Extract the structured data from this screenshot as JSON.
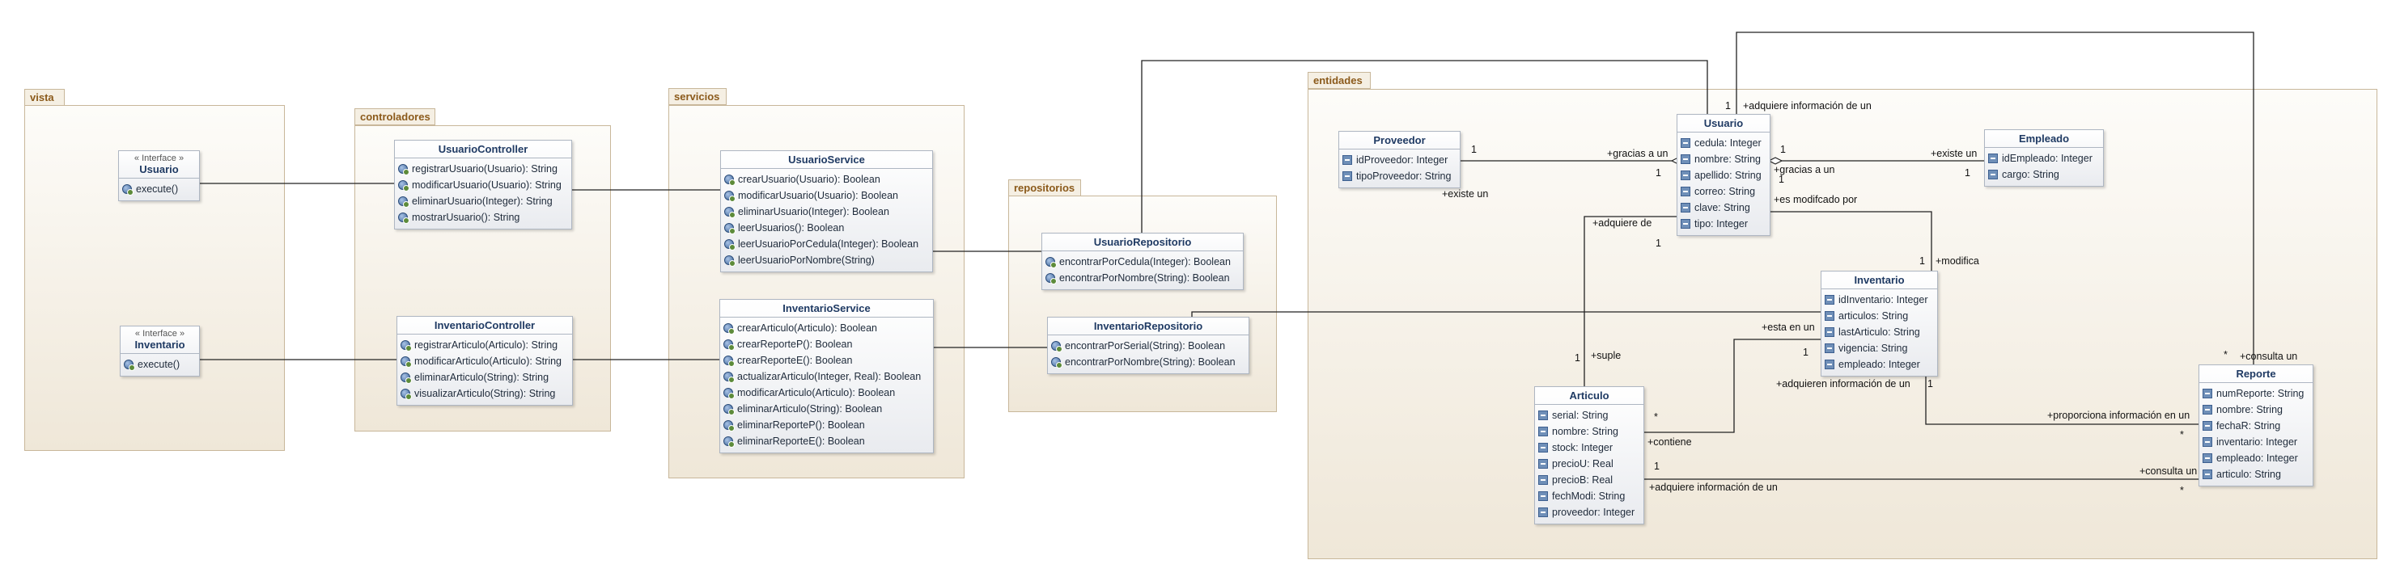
{
  "packages": {
    "vista": "vista",
    "controladores": "controladores",
    "servicios": "servicios",
    "repositorios": "repositorios",
    "entidades": "entidades"
  },
  "classes": {
    "usuario_iface": {
      "stereotype": "« Interface »",
      "name": "Usuario",
      "ops": [
        "execute()"
      ]
    },
    "inventario_iface": {
      "stereotype": "« Interface »",
      "name": "Inventario",
      "ops": [
        "execute()"
      ]
    },
    "usuario_controller": {
      "name": "UsuarioController",
      "ops": [
        "registrarUsuario(Usuario): String",
        "modificarUsuario(Usuario): String",
        "eliminarUsuario(Integer): String",
        "mostrarUsuario(): String"
      ]
    },
    "inventario_controller": {
      "name": "InventarioController",
      "ops": [
        "registrarArticulo(Articulo): String",
        "modificarArticulo(Articulo): String",
        "eliminarArticulo(String): String",
        "visualizarArticulo(String): String"
      ]
    },
    "usuario_service": {
      "name": "UsuarioService",
      "ops": [
        "crearUsuario(Usuario): Boolean",
        "modificarUsuario(Usuario): Boolean",
        "eliminarUsuario(Integer): Boolean",
        "leerUsuarios(): Boolean",
        "leerUsuarioPorCedula(Integer): Boolean",
        "leerUsuarioPorNombre(String)"
      ]
    },
    "inventario_service": {
      "name": "InventarioService",
      "ops": [
        "crearArticulo(Articulo): Boolean",
        "crearReporteP(): Boolean",
        "crearReporteE(): Boolean",
        "actualizarArticulo(Integer, Real): Boolean",
        "modificarArticulo(Articulo): Boolean",
        "eliminarArticulo(String): Boolean",
        "eliminarReporteP(): Boolean",
        "eliminarReporteE(): Boolean"
      ]
    },
    "usuario_repo": {
      "name": "UsuarioRepositorio",
      "ops": [
        "encontrarPorCedula(Integer): Boolean",
        "encontrarPorNombre(String): Boolean"
      ]
    },
    "inventario_repo": {
      "name": "InventarioRepositorio",
      "ops": [
        "encontrarPorSerial(String): Boolean",
        "encontrarPorNombre(String): Boolean"
      ]
    },
    "proveedor": {
      "name": "Proveedor",
      "attrs": [
        "idProveedor: Integer",
        "tipoProveedor: String"
      ]
    },
    "usuario": {
      "name": "Usuario",
      "attrs": [
        "cedula: Integer",
        "nombre: String",
        "apellido: String",
        "correo: String",
        "clave: String",
        "tipo: Integer"
      ]
    },
    "empleado": {
      "name": "Empleado",
      "attrs": [
        "idEmpleado: Integer",
        "cargo: String"
      ]
    },
    "inventario": {
      "name": "Inventario",
      "attrs": [
        "idInventario: Integer",
        "articulos: String",
        "lastArticulo: String",
        "vigencia: String",
        "empleado: Integer"
      ]
    },
    "articulo": {
      "name": "Articulo",
      "attrs": [
        "serial: String",
        "nombre: String",
        "stock: Integer",
        "precioU: Real",
        "precioB: Real",
        "fechModi: String",
        "proveedor: Integer"
      ]
    },
    "reporte": {
      "name": "Reporte",
      "attrs": [
        "numReporte: String",
        "nombre: String",
        "fechaR: String",
        "inventario: Integer",
        "empleado: Integer",
        "articulo: String"
      ]
    }
  },
  "labels": {
    "adquiere_top": "+adquiere información de un",
    "one_top": "1",
    "one_prov_left": "1",
    "gracias_a_un_1": "+gracias a un",
    "one_usr_left": "1",
    "existe_un_prov": "+existe un",
    "one_usr_right_a": "1",
    "gracias_a_un_2": "+gracias a un",
    "one_usr_right_b": "1",
    "existe_un_emp": "+existe un",
    "one_emp": "1",
    "es_modificado_por": "+es modifcado por",
    "adquiere_de": "+adquiere de",
    "one_usr_bottom": "1",
    "one_inv_top": "1",
    "modifica": "+modifica",
    "esta_en_un": "+esta en un",
    "one_inv_left": "1",
    "suple": "+suple",
    "one_art_top": "1",
    "star_art": "*",
    "contiene": "+contiene",
    "adquieren_info": "+adquieren información de un",
    "one_inv_bottom": "1",
    "proporciona_info": "+proporciona información en un",
    "star_rep_a": "*",
    "one_art_bottom": "1",
    "consulta_un_art": "+consulta un",
    "adquiere_info_art": "+adquiere información de un",
    "star_rep_b": "*",
    "star_rep_top": "*",
    "consulta_un_rep": "+consulta un"
  }
}
